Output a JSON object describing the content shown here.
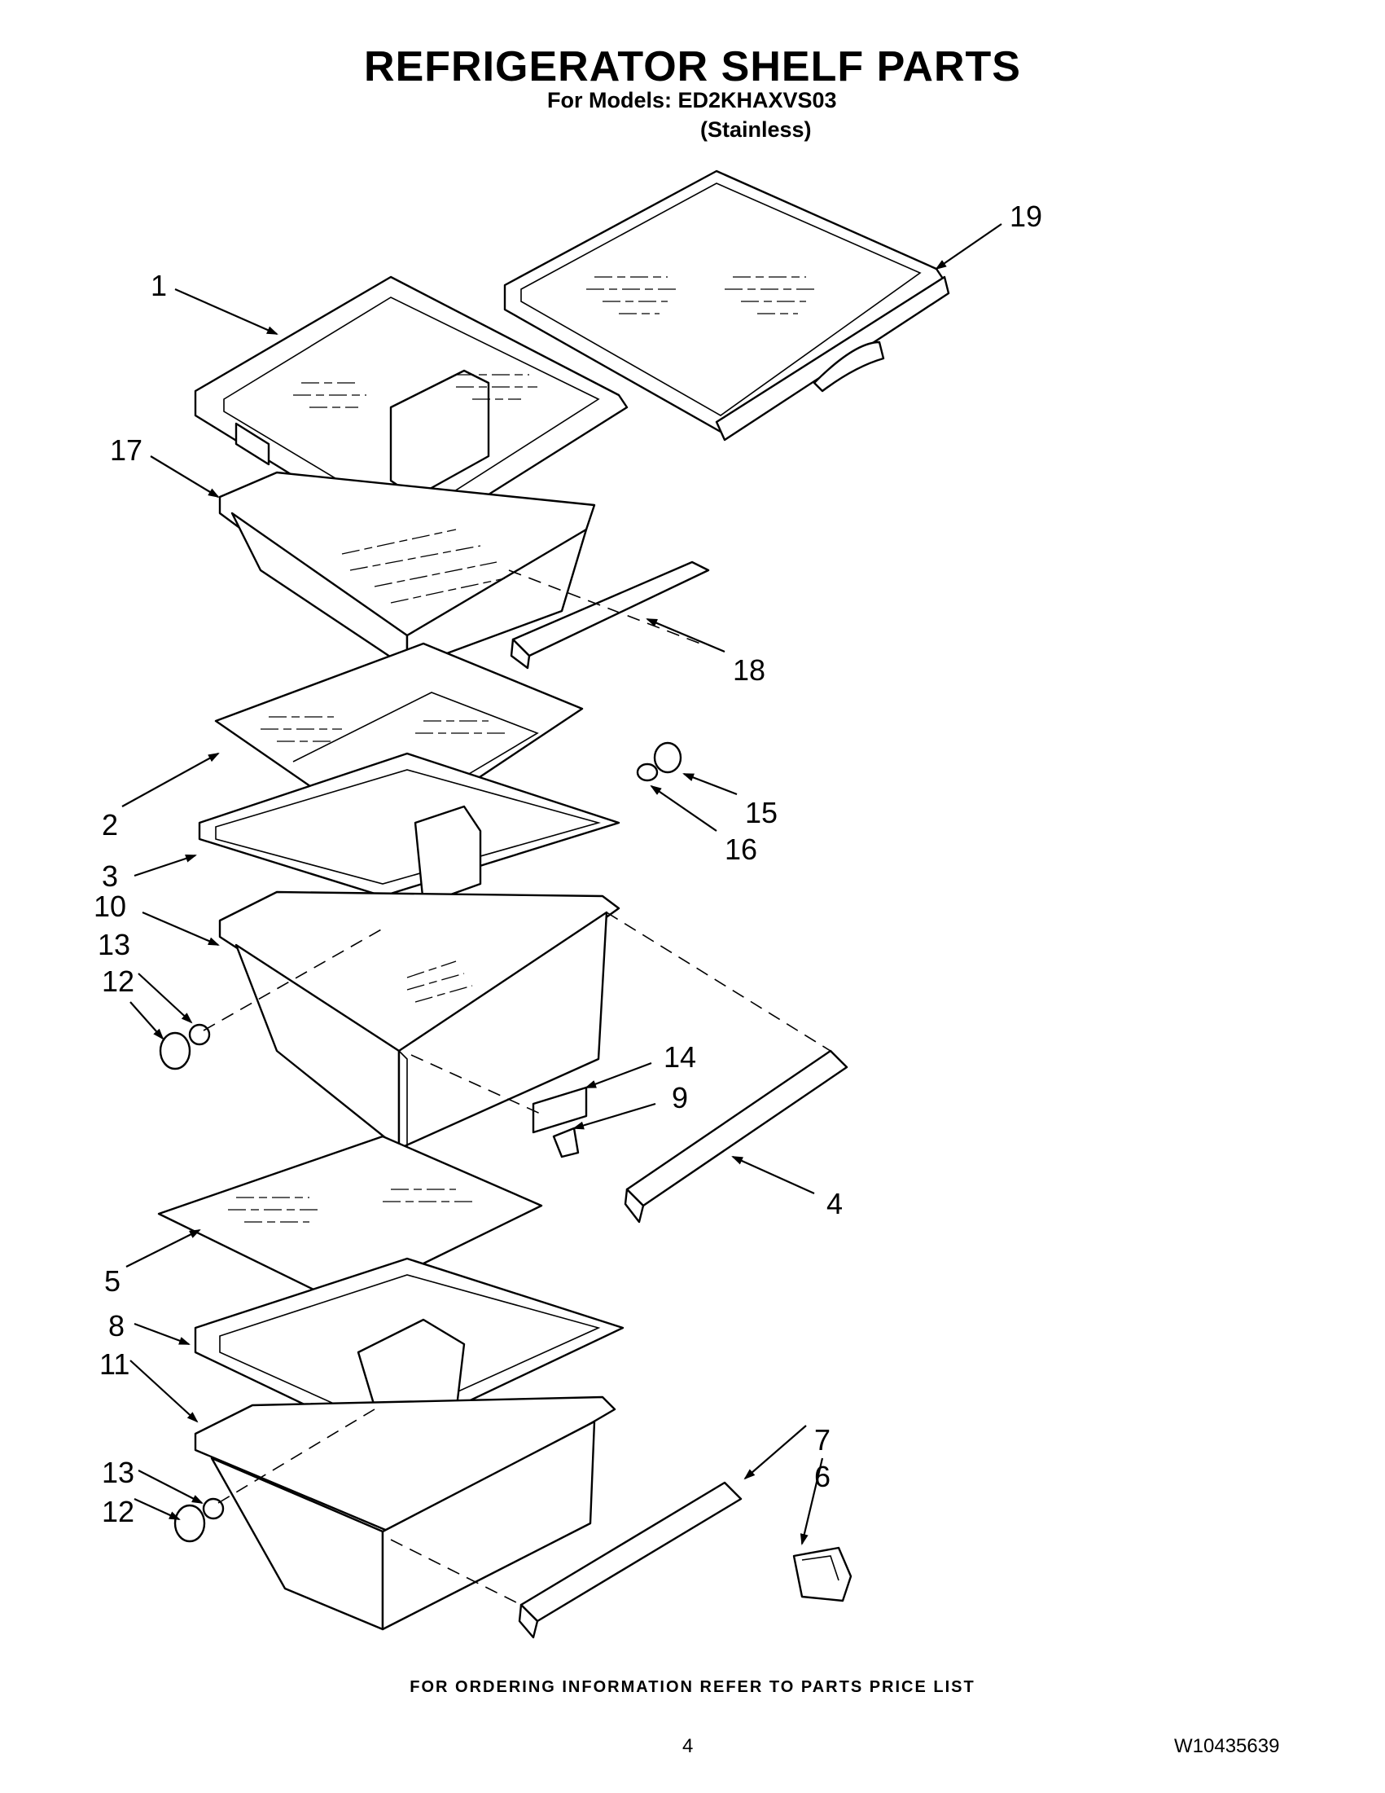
{
  "header": {
    "title": "REFRIGERATOR SHELF PARTS",
    "models_line": "For Models: ED2KHAXVS03",
    "finish_line": "(Stainless)"
  },
  "callouts": [
    "1",
    "19",
    "17",
    "18",
    "2",
    "15",
    "16",
    "3",
    "10",
    "13",
    "12",
    "14",
    "9",
    "4",
    "5",
    "8",
    "11",
    "7",
    "6",
    "13",
    "12"
  ],
  "footer": {
    "ordering_note": "FOR ORDERING INFORMATION REFER TO PARTS PRICE LIST",
    "page_number": "4",
    "document_number": "W10435639"
  }
}
